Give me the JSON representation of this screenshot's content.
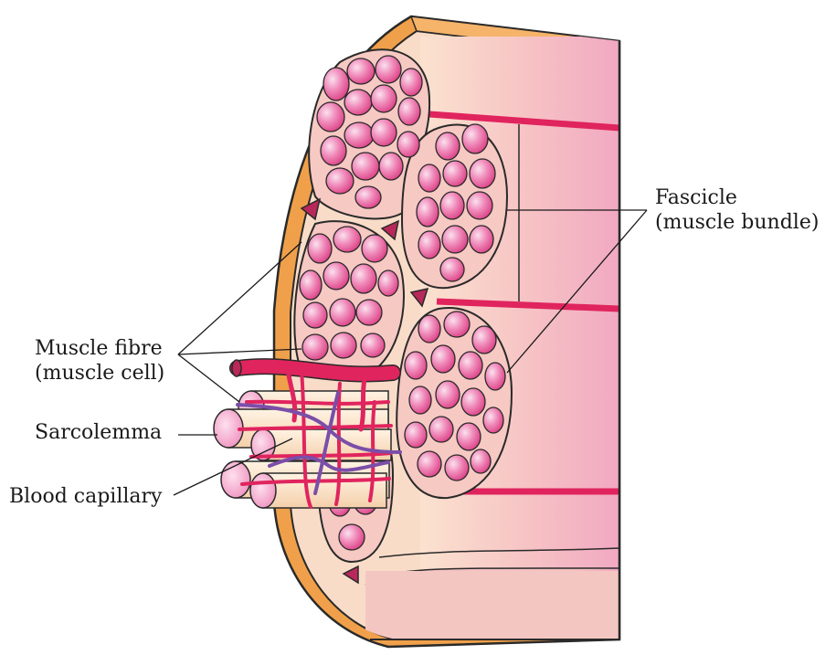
{
  "labels": {
    "fascicle": {
      "line1": "Fascicle",
      "line2": "(muscle bundle)"
    },
    "muscle_fibre": {
      "line1": "Muscle fibre",
      "line2": "(muscle cell)"
    },
    "sarcolemma": "Sarcolemma",
    "blood_capillary": "Blood capillary"
  },
  "colors": {
    "epimysium_outer": "#f0a04a",
    "tissue": "#f8d9c4",
    "muscle_band": "#f2b2c4",
    "fibre_pink": "#e8619b",
    "fibre_highlight": "#fbe1ee",
    "blood_vessel": "#e0245e",
    "vein": "#7b4ea8",
    "fibre_tube": "#fbe3c8",
    "fibre_end": "#f4a6c8",
    "leader_line": "#1a1a1a"
  }
}
